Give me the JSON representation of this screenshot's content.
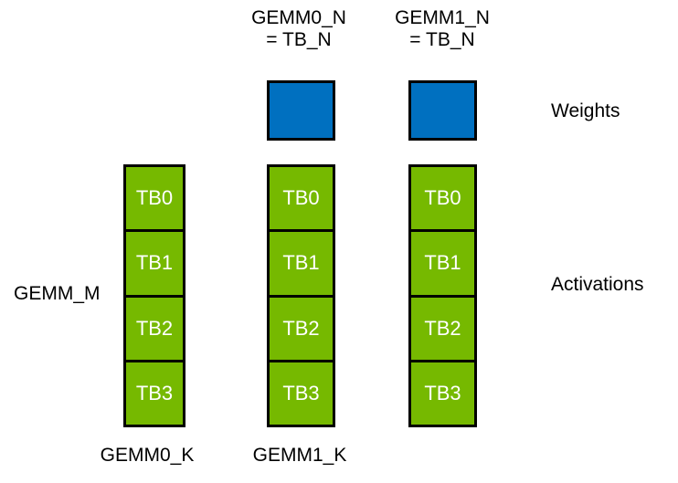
{
  "diagram": {
    "top_labels": [
      {
        "line1": "GEMM0_N",
        "line2": "= TB_N"
      },
      {
        "line1": "GEMM1_N",
        "line2": "= TB_N"
      }
    ],
    "weights_label": "Weights",
    "activations_label": "Activations",
    "gemm_m_label": "GEMM_M",
    "bottom_labels": [
      "GEMM0_K",
      "GEMM1_K"
    ],
    "columns": [
      {
        "blocks": [
          "TB0",
          "TB1",
          "TB2",
          "TB3"
        ]
      },
      {
        "blocks": [
          "TB0",
          "TB1",
          "TB2",
          "TB3"
        ]
      },
      {
        "blocks": [
          "TB0",
          "TB1",
          "TB2",
          "TB3"
        ]
      }
    ],
    "colors": {
      "activation_green": "#76B900",
      "weight_blue": "#0070C0",
      "border": "#000000",
      "label_text": "#000000",
      "block_text": "#FFFFFF",
      "background": "#FFFFFF"
    }
  }
}
